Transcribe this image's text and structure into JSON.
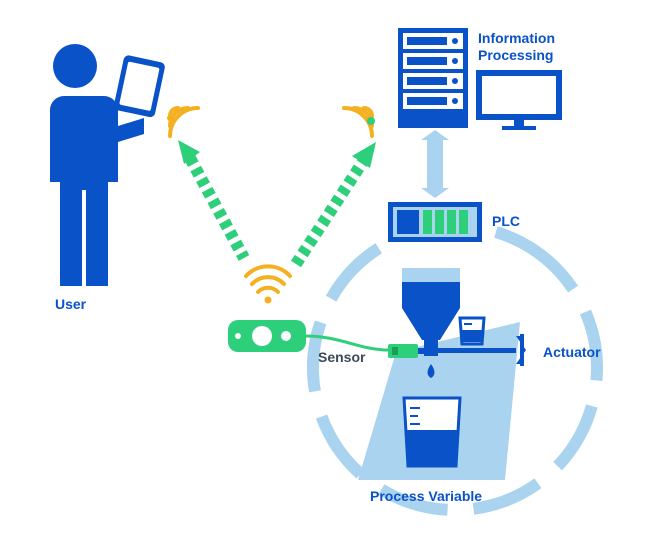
{
  "labels": {
    "user": "User",
    "information_processing_line1": "Information",
    "information_processing_line2": "Processing",
    "plc": "PLC",
    "sensor": "Sensor",
    "actuator": "Actuator",
    "process_variable": "Process Variable"
  },
  "colors": {
    "blue": "#0a52c8",
    "light_blue": "#a9d3ee",
    "green": "#2ecf7a",
    "orange": "#f5b021",
    "grey": "#3d4a5c"
  },
  "icons": [
    "user-icon",
    "tablet-icon",
    "wifi-icon",
    "server-rack-icon",
    "monitor-icon",
    "plc-icon",
    "sensor-icon",
    "hopper-icon",
    "valve-icon",
    "beaker-icon"
  ]
}
